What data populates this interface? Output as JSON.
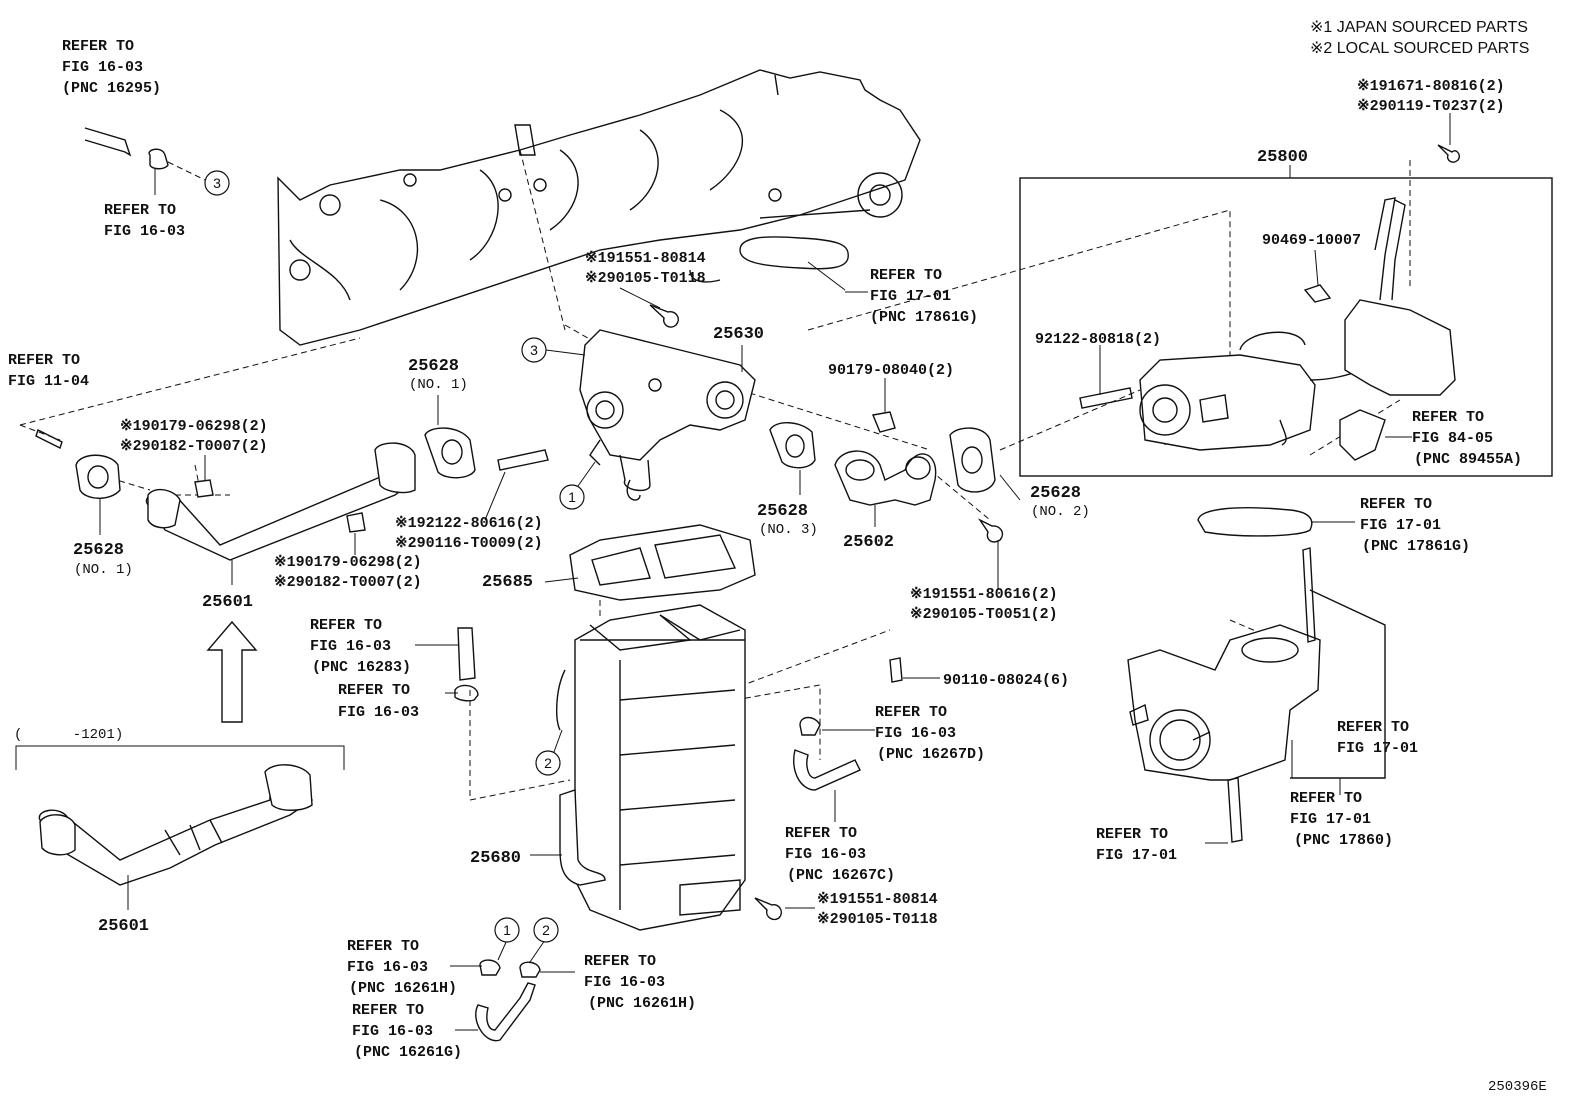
{
  "notes": {
    "n1": "※1 JAPAN SOURCED PARTS",
    "n2": "※2 LOCAL SOURCED PARTS"
  },
  "drawing_id": "250396E",
  "refer_blocks": [
    {
      "id": "ref-16-03-pnc16295",
      "lines": [
        "REFER TO",
        "FIG 16-03",
        "(PNC 16295)"
      ]
    },
    {
      "id": "ref-16-03-clamp3",
      "lines": [
        "REFER TO",
        "FIG 16-03"
      ]
    },
    {
      "id": "ref-11-04",
      "lines": [
        "REFER TO",
        "FIG 11-04"
      ]
    },
    {
      "id": "ref-17-01-pnc17861g-top",
      "lines": [
        "REFER TO",
        "FIG 17-01",
        "(PNC 17861G)"
      ]
    },
    {
      "id": "ref-84-05",
      "lines": [
        "REFER TO",
        "FIG 84-05",
        "(PNC 89455A)"
      ]
    },
    {
      "id": "ref-17-01-pnc17861g-right",
      "lines": [
        "REFER TO",
        "FIG 17-01",
        "(PNC 17861G)"
      ]
    },
    {
      "id": "ref-16-03-pnc16283",
      "lines": [
        "REFER TO",
        "FIG 16-03",
        "(PNC 16283)"
      ]
    },
    {
      "id": "ref-16-03-clamp-mid",
      "lines": [
        "REFER TO",
        "FIG 16-03"
      ]
    },
    {
      "id": "ref-16-03-pnc16267d",
      "lines": [
        "REFER TO",
        "FIG 16-03",
        "(PNC 16267D)"
      ]
    },
    {
      "id": "ref-16-03-pnc16267c",
      "lines": [
        "REFER TO",
        "FIG 16-03",
        "(PNC 16267C)"
      ]
    },
    {
      "id": "ref-17-01-stud",
      "lines": [
        "REFER TO",
        "FIG 17-01"
      ]
    },
    {
      "id": "ref-17-01-pnc17860",
      "lines": [
        "REFER TO",
        "FIG 17-01",
        "(PNC 17860)"
      ]
    },
    {
      "id": "ref-17-01-bolt",
      "lines": [
        "REFER TO",
        "FIG 17-01"
      ]
    },
    {
      "id": "ref-16-03-pnc16261h-left",
      "lines": [
        "REFER TO",
        "FIG 16-03",
        "(PNC 16261H)"
      ]
    },
    {
      "id": "ref-16-03-pnc16261g",
      "lines": [
        "REFER TO",
        "FIG 16-03",
        "(PNC 16261G)"
      ]
    },
    {
      "id": "ref-16-03-pnc16261h-right",
      "lines": [
        "REFER TO",
        "FIG 16-03",
        "(PNC 16261H)"
      ]
    }
  ],
  "part_numbers": {
    "p25800": "25800",
    "p25630": "25630",
    "p25628_no1_top": "25628",
    "p25628_no1_top_sub": "(NO. 1)",
    "p25628_no1_left": "25628",
    "p25628_no1_left_sub": "(NO. 1)",
    "p25628_no3": "25628",
    "p25628_no3_sub": "(NO. 3)",
    "p25628_no2": "25628",
    "p25628_no2_sub": "(NO. 2)",
    "p25602": "25602",
    "p25601_top": "25601",
    "p25601_bottom": "25601",
    "p25685": "25685",
    "p25680": "25680",
    "range_label": "(      -1201)"
  },
  "fasteners": {
    "f_91671": [
      "※191671-80816(2)",
      "※290119-T0237(2)"
    ],
    "f_91551_top": [
      "※191551-80814",
      "※290105-T0118"
    ],
    "f_90469": [
      "90469-10007"
    ],
    "f_92122_808": [
      "92122-80818(2)"
    ],
    "f_90179_08040": [
      "90179-08040(2)"
    ],
    "f_90179_06298_top": [
      "※190179-06298(2)",
      "※290182-T0007(2)"
    ],
    "f_92122_806": [
      "※192122-80616(2)",
      "※290116-T0009(2)"
    ],
    "f_90179_06298_bot": [
      "※190179-06298(2)",
      "※290182-T0007(2)"
    ],
    "f_91551_80616": [
      "※191551-80616(2)",
      "※290105-T0051(2)"
    ],
    "f_90110": [
      "90110-08024(6)"
    ],
    "f_91551_bottom": [
      "※191551-80814",
      "※290105-T0118"
    ]
  },
  "callouts": {
    "c1": "1",
    "c2": "2",
    "c3": "3"
  }
}
